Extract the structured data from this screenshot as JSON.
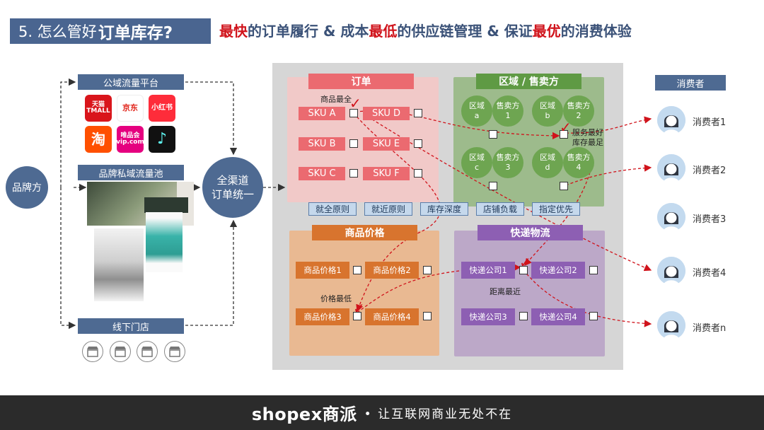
{
  "header": {
    "title_prefix": "5. 怎么管好",
    "title_bold": "订单库存?",
    "slogan_parts": [
      {
        "text": "最快",
        "red": true
      },
      {
        "text": "的订单履行 & 成本",
        "red": false
      },
      {
        "text": "最低",
        "red": true
      },
      {
        "text": "的供应链管理 & 保证",
        "red": false
      },
      {
        "text": "最优",
        "red": true
      },
      {
        "text": "的消费体验",
        "red": false
      }
    ]
  },
  "left": {
    "brand": "品牌方",
    "public_platform": "公域流量平台",
    "private_pool": "品牌私域流量池",
    "offline": "线下门店",
    "omni": "全渠道\n订单统一",
    "apps": [
      {
        "name": "tmall-logo",
        "label": "天猫\nTMALL",
        "color": "#d9151b"
      },
      {
        "name": "jd-logo",
        "label": "京东",
        "color": "#e1251b"
      },
      {
        "name": "xiaohongshu-logo",
        "label": "小红书",
        "color": "#fe2c3a"
      },
      {
        "name": "taobao-logo",
        "label": "淘",
        "color": "#ff5000"
      },
      {
        "name": "vip-logo",
        "label": "唯品会\nvip.com",
        "color": "#e5007f"
      },
      {
        "name": "douyin-logo",
        "label": "♪",
        "color": "#111111"
      }
    ]
  },
  "order": {
    "title": "订单",
    "note": "商品最全",
    "skus": [
      "SKU A",
      "SKU D",
      "SKU B",
      "SKU E",
      "SKU C",
      "SKU F"
    ]
  },
  "region": {
    "title": "区域 / 售卖方",
    "note": "服务最好\n库存最足",
    "nodes": [
      "区域\na",
      "售卖方\n1",
      "区域\nb",
      "售卖方\n2",
      "区域\nc",
      "售卖方\n3",
      "区域\nd",
      "售卖方\n4"
    ]
  },
  "rules": [
    "就全原则",
    "就近原则",
    "库存深度",
    "店铺负载",
    "指定优先"
  ],
  "price": {
    "title": "商品价格",
    "note": "价格最低",
    "items": [
      "商品价格1",
      "商品价格2",
      "商品价格3",
      "商品价格4"
    ]
  },
  "express": {
    "title": "快递物流",
    "note": "距离最近",
    "items": [
      "快递公司1",
      "快递公司2",
      "快递公司3",
      "快递公司4"
    ]
  },
  "consumers": {
    "title": "消费者",
    "items": [
      "消费者1",
      "消费者2",
      "消费者3",
      "消费者4",
      "消费者n"
    ]
  },
  "footer": {
    "logo": "shopex商派",
    "tagline": "• 让互联网商业无处不在"
  },
  "colors": {
    "navy": "#4e6a92",
    "red": "#d0131b",
    "order": "#eb6a70",
    "region": "#5f9a44",
    "price": "#d8742e",
    "express": "#8d5fb3"
  }
}
